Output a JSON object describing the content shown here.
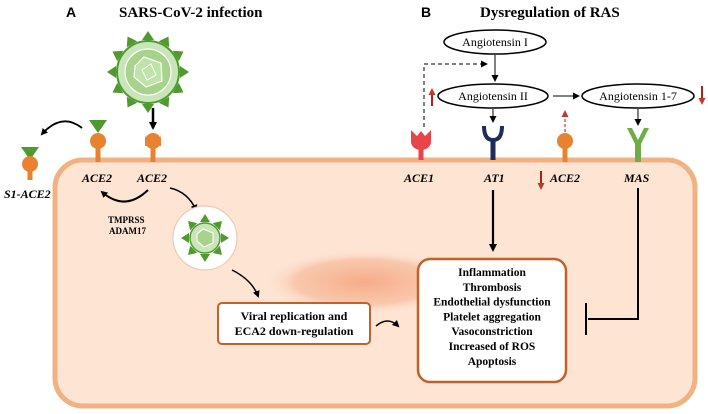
{
  "panel_a": {
    "letter": "A",
    "title": "SARS-CoV-2 infection",
    "labels": {
      "s1_ace2": "S1-ACE2",
      "ace2_left": "ACE2",
      "ace2_right": "ACE2",
      "proteases": [
        "TMPRSS",
        "ADAM17"
      ]
    },
    "box": [
      "Viral replication and",
      "ECA2 down-regulation"
    ]
  },
  "panel_b": {
    "letter": "B",
    "title": "Dysregulation of RAS",
    "angiotensins": [
      "Angiotensin I",
      "Angiotensin II",
      "Angiotensin 1-7"
    ],
    "receptors": [
      "ACE1",
      "AT1",
      "ACE2",
      "MAS"
    ],
    "outcomes": [
      "Inflammation",
      "Thrombosis",
      "Endothelial dysfunction",
      "Platelet aggregation",
      "Vasoconstriction",
      "Increased of ROS",
      "Apoptosis"
    ]
  },
  "colors": {
    "cell_fill": "#fde4d3",
    "cell_border": "#f0b183",
    "nucleus": "#f7b89a",
    "ace2_orange": "#e9822e",
    "ace1_red": "#e8454a",
    "at1_navy": "#1f2d5c",
    "mas_green": "#70ad47",
    "virus_green": "#4e9a2e",
    "indicator_red": "#b01f1f",
    "box_border": "#c0622a"
  }
}
